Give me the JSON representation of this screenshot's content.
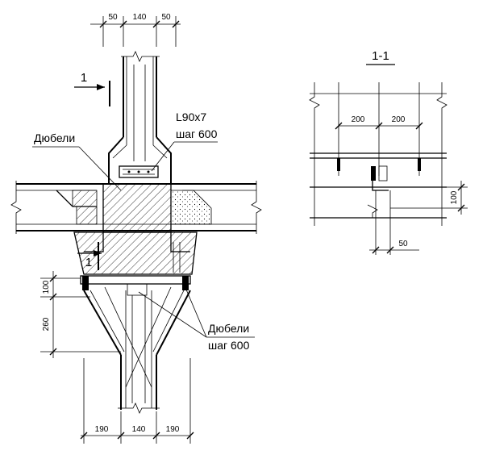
{
  "dims_top": [
    "50",
    "140",
    "50"
  ],
  "dims_bottom": [
    "190",
    "140",
    "190"
  ],
  "dims_left": [
    "100",
    "260"
  ],
  "section_dims": [
    "200",
    "200",
    "100",
    "50"
  ],
  "section_title": "1-1",
  "cut_mark_top": "1",
  "cut_mark_bottom": "1",
  "labels": {
    "angle_line1": "L90x7",
    "angle_line2": "шаг 600",
    "dowels_top": "Дюбели",
    "dowels_bottom_line1": "Дюбели",
    "dowels_bottom_line2": "шаг 600"
  },
  "colors": {
    "line": "#000000",
    "background": "#ffffff"
  }
}
